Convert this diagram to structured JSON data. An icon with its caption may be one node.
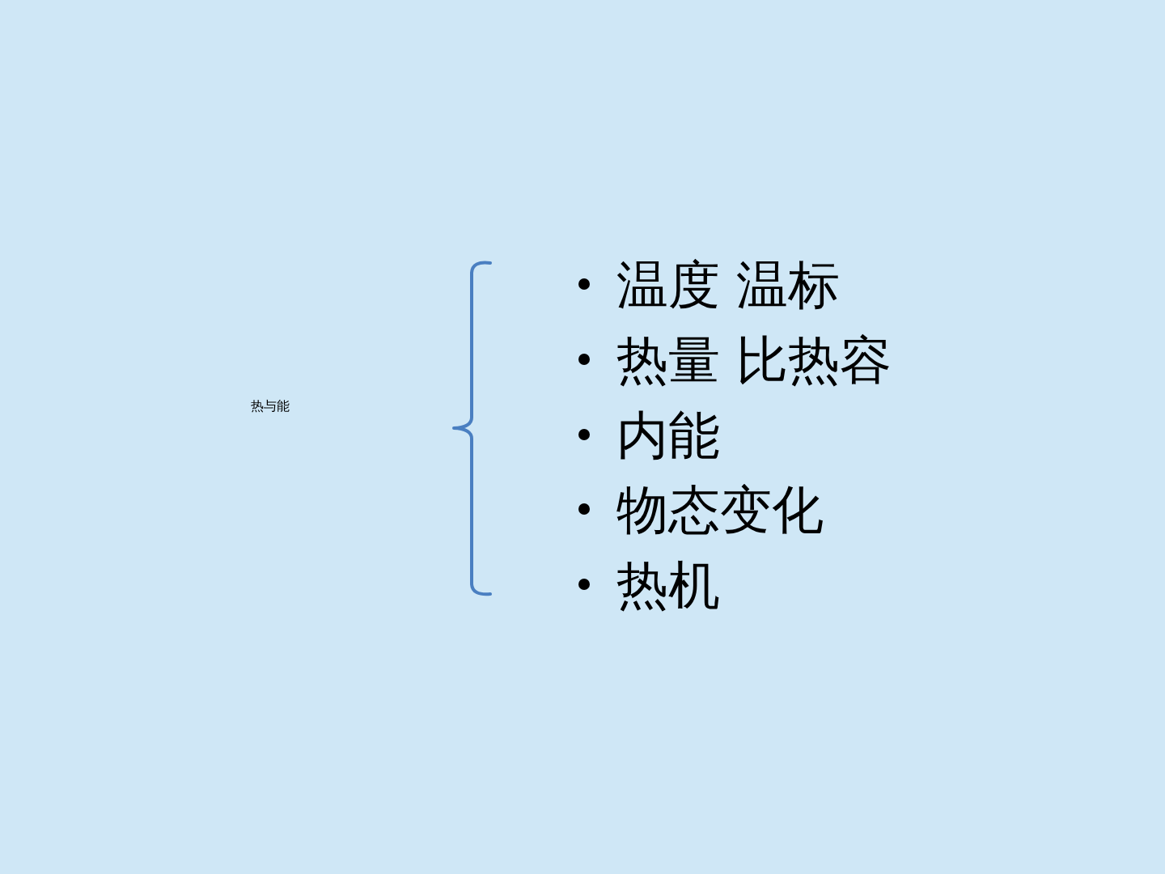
{
  "diagram": {
    "labels": [
      "热与能",
      "温度 温标",
      "热量 比热容",
      "内能",
      "物态变化",
      "热机"
    ]
  }
}
